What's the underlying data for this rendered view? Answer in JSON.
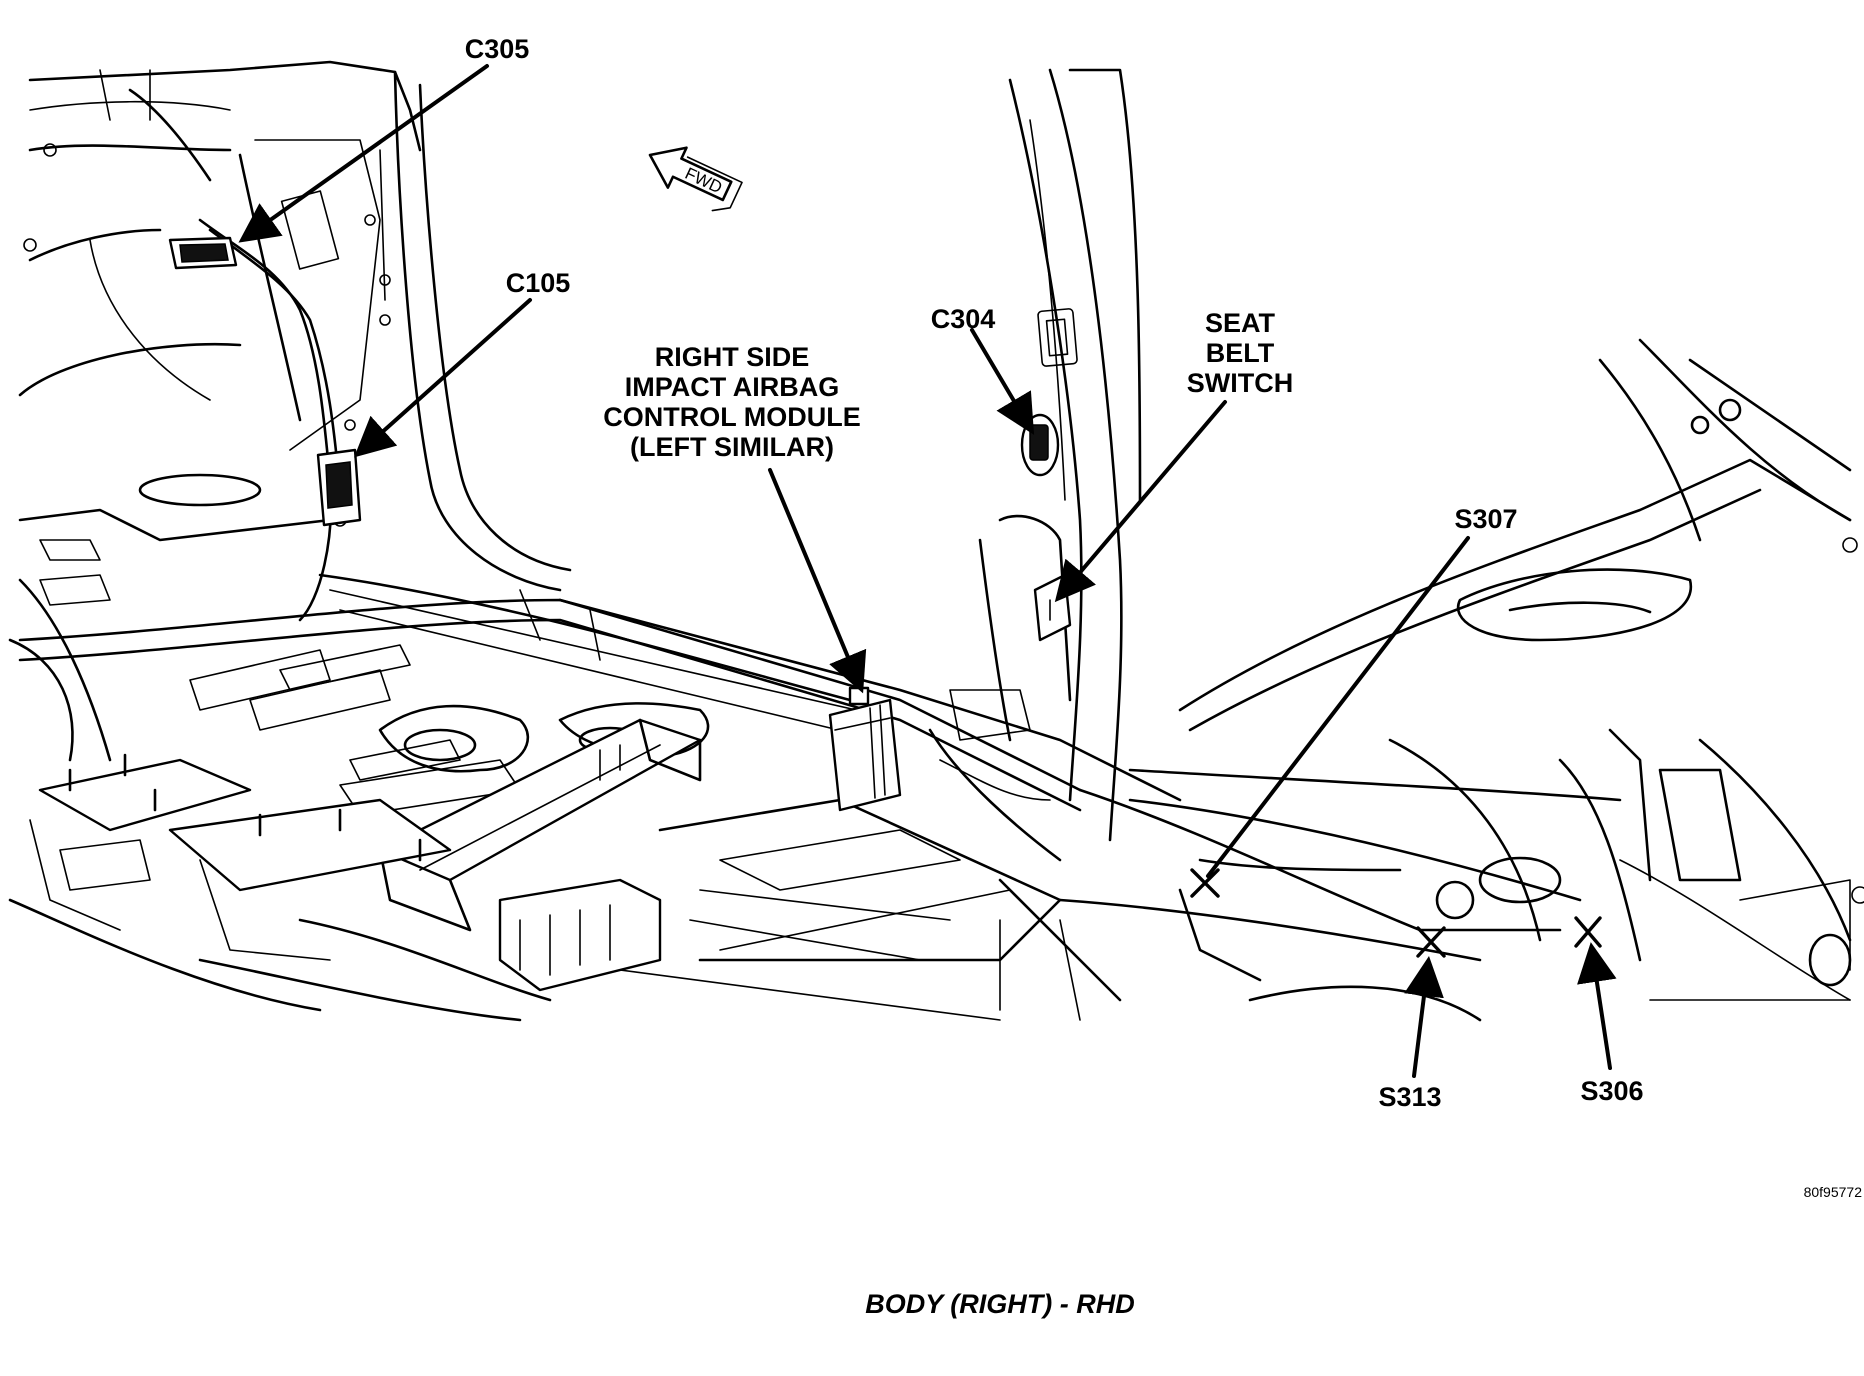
{
  "figure": {
    "caption": "BODY (RIGHT) - RHD",
    "figure_id": "80f95772",
    "direction_label": "FWD"
  },
  "callouts": {
    "c305": "C305",
    "c105": "C105",
    "c304": "C304",
    "airbag_module": [
      "RIGHT SIDE",
      "IMPACT AIRBAG",
      "CONTROL MODULE",
      "(LEFT SIMILAR)"
    ],
    "seat_belt_switch": [
      "SEAT",
      "BELT",
      "SWITCH"
    ],
    "s307": "S307",
    "s313": "S313",
    "s306": "S306"
  }
}
